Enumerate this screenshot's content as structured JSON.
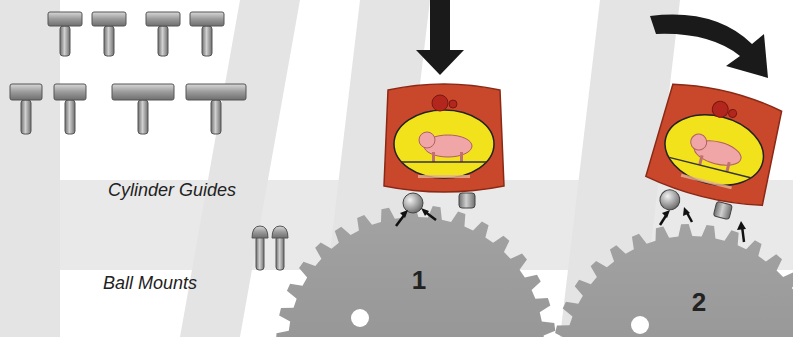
{
  "diagram": {
    "labels": [
      "Cylinder Guides",
      "Ball Mounts",
      "1",
      "2"
    ]
  }
}
